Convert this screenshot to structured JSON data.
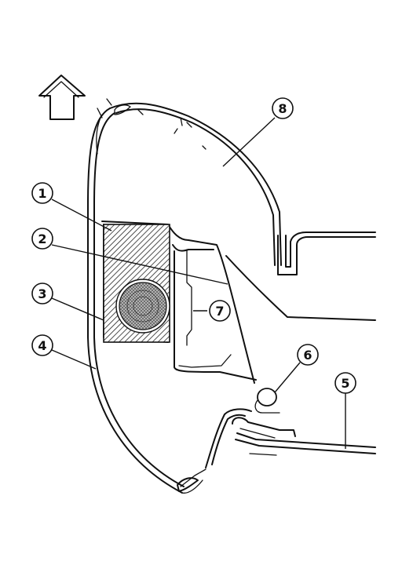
{
  "diagram": {
    "callouts": [
      {
        "id": "1",
        "label": "1"
      },
      {
        "id": "2",
        "label": "2"
      },
      {
        "id": "3",
        "label": "3"
      },
      {
        "id": "4",
        "label": "4"
      },
      {
        "id": "5",
        "label": "5"
      },
      {
        "id": "6",
        "label": "6"
      },
      {
        "id": "7",
        "label": "7"
      },
      {
        "id": "8",
        "label": "8"
      }
    ],
    "arrow_direction": "up",
    "colors": {
      "line": "#111111",
      "background": "#ffffff"
    }
  }
}
